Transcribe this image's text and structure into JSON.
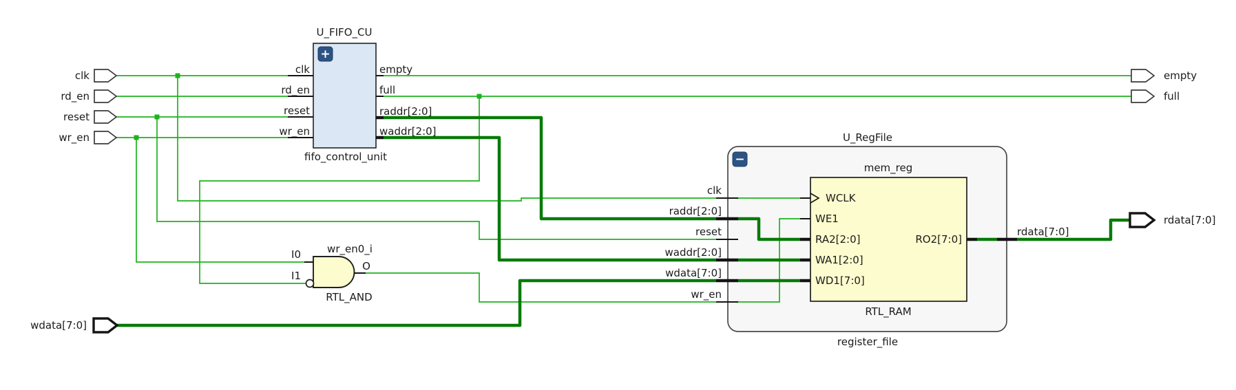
{
  "colors": {
    "net": "#1db31d",
    "bus": "#077b07",
    "stub": "#141414",
    "fifo_fill": "#dbe7f5",
    "primitive_fill": "#fdfcce",
    "hierarchy_fill": "#f7f7f7",
    "badge": "#2d5384",
    "text": "#1b1b1b"
  },
  "ports": {
    "inputs": [
      {
        "label": "clk"
      },
      {
        "label": "rd_en"
      },
      {
        "label": "reset"
      },
      {
        "label": "wr_en"
      },
      {
        "label": "wdata[7:0]"
      }
    ],
    "outputs": [
      {
        "label": "empty"
      },
      {
        "label": "full"
      },
      {
        "label": "rdata[7:0]"
      }
    ]
  },
  "fifo": {
    "instance": "U_FIFO_CU",
    "type_label": "fifo_control_unit",
    "expand_glyph": "+",
    "left_pins": [
      "clk",
      "rd_en",
      "reset",
      "wr_en"
    ],
    "right_pins": [
      "empty",
      "full",
      "raddr[2:0]",
      "waddr[2:0]"
    ]
  },
  "and_gate": {
    "instance": "wr_en0_i",
    "type_label": "RTL_AND",
    "pin_i0": "I0",
    "pin_i1": "I1",
    "pin_o": "O"
  },
  "regfile": {
    "instance": "U_RegFile",
    "type_label": "register_file",
    "collapse_glyph": "−",
    "boundary_pins": [
      "clk",
      "raddr[2:0]",
      "reset",
      "waddr[2:0]",
      "wdata[7:0]",
      "wr_en"
    ],
    "out_pin": "rdata[7:0]"
  },
  "ram": {
    "instance": "mem_reg",
    "type_label": "RTL_RAM",
    "left_pins": [
      "WCLK",
      "WE1",
      "RA2[2:0]",
      "WA1[2:0]",
      "WD1[7:0]"
    ],
    "right_pin": "RO2[7:0]"
  }
}
